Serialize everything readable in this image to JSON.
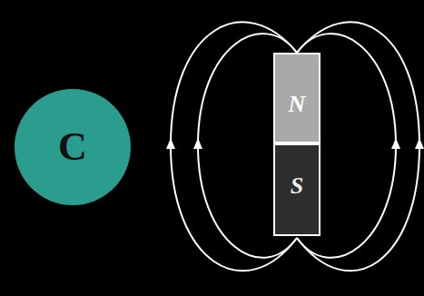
{
  "diagram": {
    "nodes": [
      {
        "text": [
          "C"
        ]
      },
      {
        "text": [
          "N"
        ]
      },
      {
        "text": [
          "S"
        ]
      }
    ]
  }
}
